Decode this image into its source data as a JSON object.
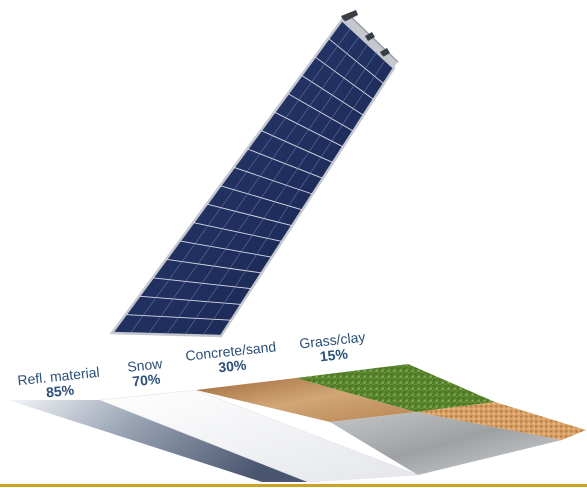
{
  "surfaces": [
    {
      "name": "Refl. material",
      "value": "85%"
    },
    {
      "name": "Snow",
      "value": "70%"
    },
    {
      "name": "Concrete/sand",
      "value": "30%"
    },
    {
      "name": "Grass/clay",
      "value": "15%"
    }
  ],
  "colors": {
    "label_text": "#2a4f78",
    "panel_cell": "#1d2d5c",
    "panel_frame": "#b9bdc4",
    "accent_line": "#c9a227"
  },
  "icons": [
    "solar-panel-icon"
  ]
}
